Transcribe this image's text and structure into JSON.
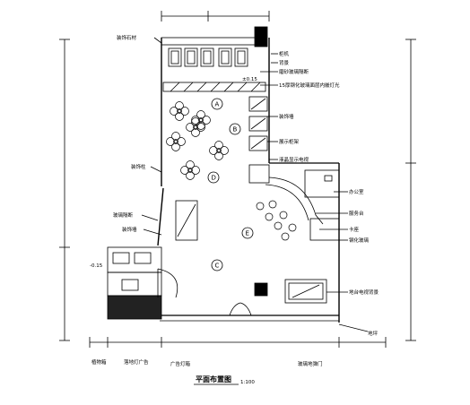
{
  "title": "平面布置图",
  "scale": "1:100",
  "watermark": "",
  "zones": [
    "A",
    "B",
    "C",
    "D",
    "E"
  ],
  "levels": {
    "upper": "±0.15",
    "lower": "-0.15"
  },
  "labels": {
    "top_left": "装饰石材",
    "r1": "柜机",
    "r2": "背景",
    "r3": "磨砂玻璃隔断",
    "r4": "15厚钢化玻璃面层内嵌灯光",
    "r5": "装饰墙",
    "r6": "展示柜架",
    "r7": "液晶显示电视",
    "r8": "办公室",
    "r9": "服务台",
    "r10": "卡座",
    "r11": "钢化玻璃",
    "r12": "地台电视背景",
    "r13": "地坪",
    "l1": "装饰柱",
    "l2": "玻璃隔断",
    "l3": "装饰墙",
    "b1": "植物箱",
    "b2": "落地灯广告",
    "b3": "广告灯箱",
    "b4": "玻璃地弹门"
  }
}
